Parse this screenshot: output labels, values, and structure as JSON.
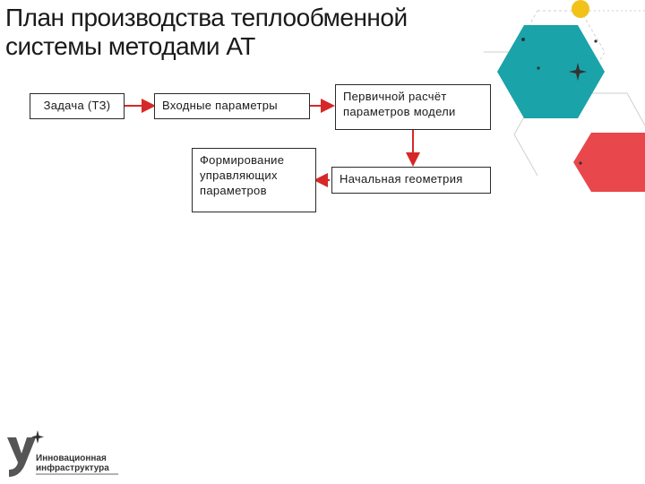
{
  "slide": {
    "title_line1": "План производства теплообменной",
    "title_line2": "системы методами АТ"
  },
  "diagram": {
    "nodes": {
      "task": "Задача (ТЗ)",
      "inputs": "Входные параметры",
      "primary_calc_line1": "Первичной расчёт",
      "primary_calc_line2": "параметров модели",
      "initial_geometry": "Начальная геометрия",
      "control_params_line1": "Формирование",
      "control_params_line2": "управляющих",
      "control_params_line3": "параметров"
    },
    "arrow_color": "#d62828"
  },
  "decor": {
    "teal": "#1aa3a8",
    "red": "#e8474b",
    "yellow": "#f2c21b"
  },
  "logo": {
    "line1": "Инновационная",
    "line2": "инфраструктура"
  }
}
